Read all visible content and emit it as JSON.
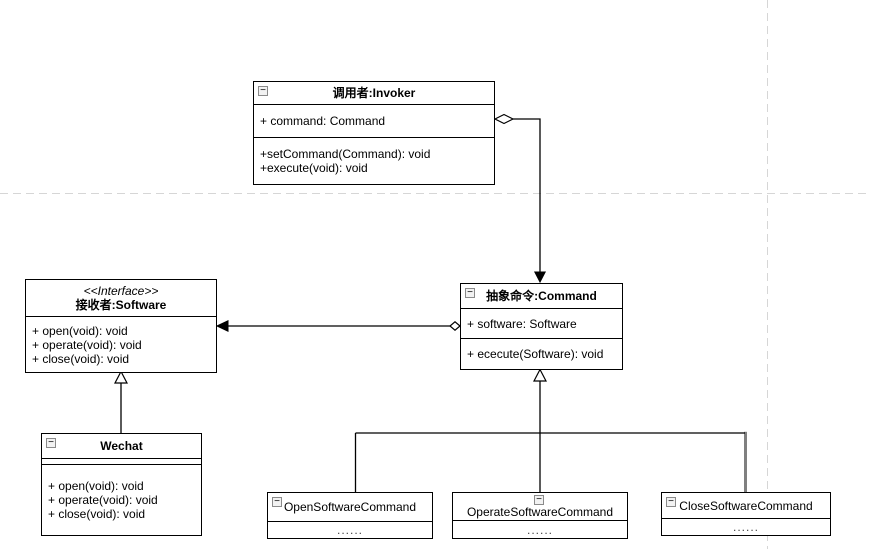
{
  "colors": {
    "box_border": "#000000",
    "box_fill": "#ffffff",
    "connector": "#000000",
    "gray_connector": "#808080",
    "page_guide": "#d6d6d6"
  },
  "icons": {
    "collapse_glyph": "−"
  },
  "classes": {
    "invoker": {
      "title": "调用者:Invoker",
      "attributes": [
        "+ command: Command"
      ],
      "methods": [
        "+setCommand(Command): void",
        "+execute(void): void"
      ]
    },
    "receiver": {
      "stereotype": "<<Interface>>",
      "title": "接收者:Software",
      "methods": [
        "+ open(void): void",
        "+ operate(void): void",
        "+ close(void): void"
      ]
    },
    "command": {
      "title": "抽象命令:Command",
      "attributes": [
        "+ software: Software"
      ],
      "methods": [
        "+ ececute(Software): void"
      ]
    },
    "wechat": {
      "title": "Wechat",
      "methods": [
        "+ open(void): void",
        "+ operate(void): void",
        "+ close(void): void"
      ]
    },
    "open_command": {
      "title": "OpenSoftwareCommand",
      "body": "......"
    },
    "operate_command": {
      "title": "OperateSoftwareCommand",
      "body": "......"
    },
    "close_command": {
      "title": "CloseSoftwareCommand",
      "body": "......"
    }
  }
}
